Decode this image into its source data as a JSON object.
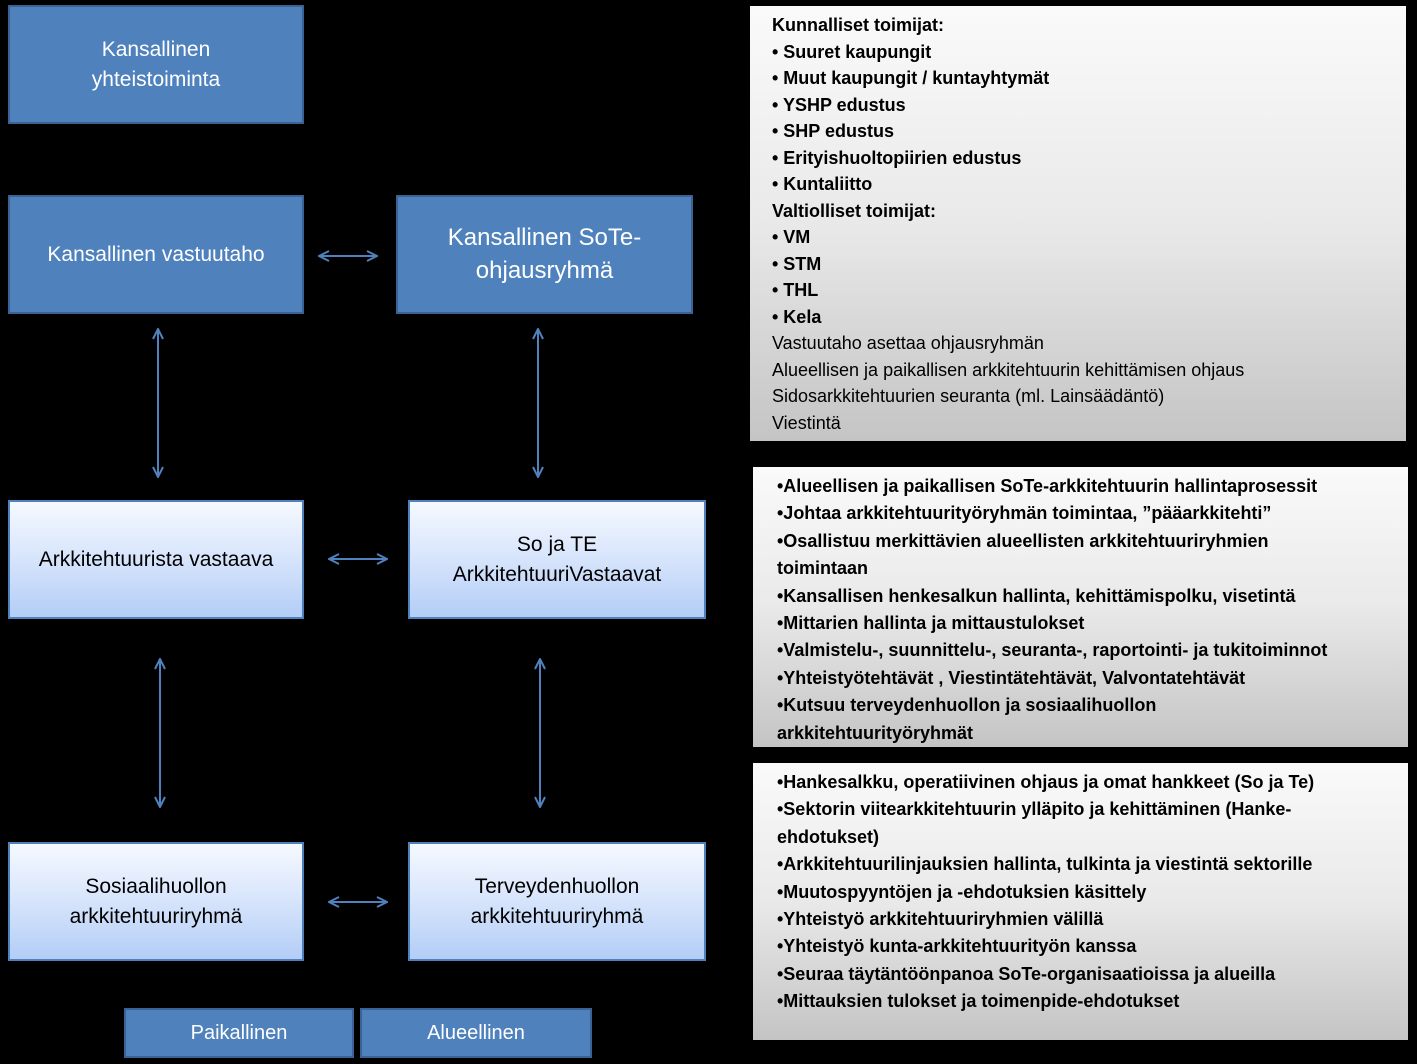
{
  "boxes": {
    "kansallinen_yhteistoiminta": "Kansallinen yhteistoiminta",
    "kansallinen_vastuutaho": "Kansallinen vastuutaho",
    "sote_ohjausryhma": "Kansallinen SoTe-ohjausryhmä",
    "arkkitehtuurista_vastaava": "Arkkitehtuurista vastaava",
    "so_te_vastaavat": "So ja TE ArkkitehtuuriVastaavat",
    "sosiaalihuollon_ryhma": "Sosiaalihuollon arkkitehtuuriryhmä",
    "terveydenhuollon_ryhma": "Terveydenhuollon arkkitehtuuriryhmä",
    "paikallinen": "Paikallinen",
    "alueellinen": "Alueellinen"
  },
  "panel_1": [
    {
      "text": "Kunnalliset toimijat:",
      "bold": true
    },
    {
      "text": "• Suuret kaupungit",
      "bold": true
    },
    {
      "text": "• Muut kaupungit / kuntayhtymät",
      "bold": true
    },
    {
      "text": "• YSHP edustus",
      "bold": true
    },
    {
      "text": "• SHP edustus",
      "bold": true
    },
    {
      "text": "• Erityishuoltopiirien edustus",
      "bold": true
    },
    {
      "text": "• Kuntaliitto",
      "bold": true
    },
    {
      "text": "Valtiolliset toimijat:",
      "bold": true
    },
    {
      "text": "• VM",
      "bold": true
    },
    {
      "text": "• STM",
      "bold": true
    },
    {
      "text": "• THL",
      "bold": true
    },
    {
      "text": "• Kela",
      "bold": true
    },
    {
      "text": "Vastuutaho asettaa ohjausryhmän",
      "bold": false
    },
    {
      "text": "Alueellisen ja paikallisen arkkitehtuurin kehittämisen ohjaus",
      "bold": false
    },
    {
      "text": "Sidosarkkitehtuurien seuranta  (ml. Lainsäädäntö)",
      "bold": false
    },
    {
      "text": "Viestintä",
      "bold": false
    }
  ],
  "panel_2": [
    "•Alueellisen ja paikallisen SoTe-arkkitehtuurin hallintaprosessit",
    "•Johtaa arkkitehtuurityöryhmän toimintaa, ”pääarkkitehti”",
    "•Osallistuu merkittävien alueellisten arkkitehtuuriryhmien",
    "toimintaan",
    "•Kansallisen henkesalkun hallinta, kehittämispolku, visetintä",
    "•Mittarien hallinta ja mittaustulokset",
    "•Valmistelu-, suunnittelu-, seuranta-, raportointi- ja tukitoiminnot",
    "•Yhteistyötehtävät , Viestintätehtävät, Valvontatehtävät",
    "•Kutsuu terveydenhuollon ja sosiaalihuollon",
    "arkkitehtuurityöryhmät"
  ],
  "panel_3": [
    "•Hankesalkku, operatiivinen ohjaus ja omat hankkeet (So ja Te)",
    "•Sektorin viitearkkitehtuurin ylläpito ja kehittäminen (Hanke-",
    "ehdotukset)",
    "•Arkkitehtuurilinjauksien hallinta, tulkinta ja viestintä sektorille",
    "•Muutospyyntöjen ja -ehdotuksien käsittely",
    "•Yhteistyö arkkitehtuuriryhmien välillä",
    "•Yhteistyö kunta-arkkitehtuurityön kanssa",
    "•Seuraa täytäntöönpanoa SoTe-organisaatioissa ja alueilla",
    "•Mittauksien tulokset ja toimenpide-ehdotukset"
  ],
  "colors": {
    "background": "#000000",
    "box_dark": "#4f81bd",
    "box_light": "#c6d9f7",
    "arrow": "#4f81bd",
    "panel": "#e6e6e6"
  }
}
